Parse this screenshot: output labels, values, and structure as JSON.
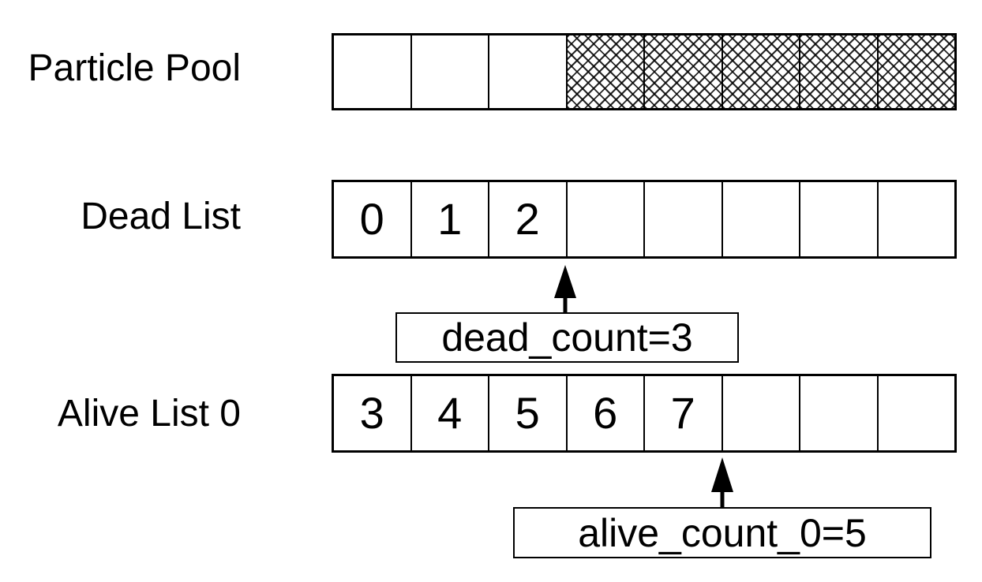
{
  "diagram": {
    "title_hint": "particle pool with dead list and alive list indices",
    "colors": {
      "background": "#ffffff",
      "line": "#000000",
      "text": "#000000"
    },
    "rows": {
      "pool": {
        "label": "Particle Pool",
        "cells": [
          "",
          "",
          "",
          "",
          "",
          "",
          "",
          ""
        ],
        "hatched_cell_indices": [
          3,
          4,
          5,
          6,
          7
        ]
      },
      "dead": {
        "label": "Dead List",
        "cells": [
          "0",
          "1",
          "2",
          "",
          "",
          "",
          "",
          ""
        ]
      },
      "alive": {
        "label": "Alive List 0",
        "cells": [
          "3",
          "4",
          "5",
          "6",
          "7",
          "",
          "",
          ""
        ]
      }
    },
    "annotations": {
      "dead_count": {
        "text": "dead_count=3",
        "points_to_cell_index": 3,
        "points_to_row": "Dead List"
      },
      "alive_count": {
        "text": "alive_count_0=5",
        "points_to_cell_index": 5,
        "points_to_row": "Alive List 0"
      }
    }
  }
}
